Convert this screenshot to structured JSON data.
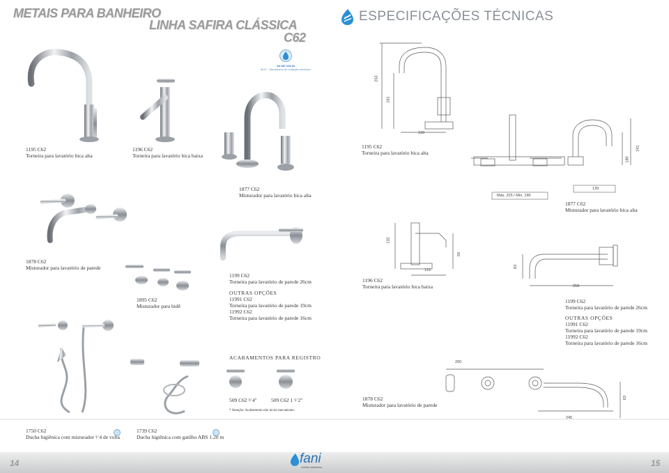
{
  "header": {
    "title_line1": "METAIS PARA BANHEIRO",
    "title_line2": "LINHA SAFIRA CLÁSSICA",
    "title_line3": "C62",
    "spec_title": "ESPECIFICAÇÕES  TÉCNICAS"
  },
  "mvc": {
    "line1": "1/4 DE VOLTA",
    "line2": "MVC - Mecanismo de vedação cerâmico"
  },
  "products": {
    "p1195_code": "1195 C62",
    "p1195_name": "Torneira para lavatório bica alta",
    "p1196_code": "1196 C62",
    "p1196_name": "Torneira para lavatório bica baixa",
    "spec1195_code": "1195 C62",
    "spec1195_name": "Torneira para lavatório bica alta",
    "p1877_code": "1877 C62",
    "p1877_name": "Misturador para lavatório bica alta",
    "spec1877_code": "1877 C62",
    "spec1877_name": "Misturador para lavatório bica alta",
    "p1878_code": "1878 C62",
    "p1878_name": "Misturador para lavatório de parede",
    "p1895_code": "1895 C62",
    "p1895_name": "Misturador para bidê",
    "p1199_code": "1199 C62",
    "p1199_name": "Torneira para lavatório de parede 26cm",
    "p1199_options_title": "OUTRAS OPÇÕES",
    "p11991_code": "11991 C62",
    "p11991_name": "Torneira para lavatório de parede 19cm",
    "p11992_code": "11992 C62",
    "p11992_name": "Torneira para lavatório de parede 16cm",
    "spec1196_code": "1196 C62",
    "spec1196_name": "Torneira para lavatório bica baixa",
    "spec1199_code": "1199 C62",
    "spec1199_name": "Torneira para lavatório de parede 26cm",
    "spec1199_options_title": "OUTRAS OPÇÕES",
    "spec11991_code": "11991 C62",
    "spec11991_name": "Torneira para lavatório de parede 19cm",
    "spec11992_code": "11992 C62",
    "spec11992_name": "Torneira para lavatório de parede 16cm",
    "acab_title": "ACABAMENTOS PARA REGISTRO",
    "acab1": "509 C62  ³⁄ 4\"",
    "acab2": "509 C62  1 ¹⁄ 2\"",
    "acab_note": "* Atenção: Acabamento não inclui mecanismo.",
    "spec1878_code": "1878 C62",
    "spec1878_name": "Misturador para lavatório de parede",
    "p1750_code": "1750 C62",
    "p1750_name": "Ducha higiênica com misturador ¹⁄ 4  de volta",
    "p1739_code": "1739 C62",
    "p1739_name": "Ducha higiênica com gatilho ABS 1.20 m"
  },
  "dimensions": {
    "d253": "253",
    "d161": "161",
    "d139a": "139",
    "d241": "241",
    "d180": "180",
    "d139b": "139",
    "dmaxmin": "Máx. 225 / Mín. 190",
    "d132": "132",
    "d119": "119",
    "d59": "59",
    "d83": "83",
    "d258": "258",
    "d200": "200",
    "d63": "63",
    "d245": "245"
  },
  "footer": {
    "page_left": "14",
    "page_right": "15",
    "brand": "fani",
    "brand_sub": "metais sanitários"
  },
  "colors": {
    "title_gray": "#9a9a9a",
    "spec_blue_icon": "#2a8fd6",
    "chrome": "#b8bcc2"
  }
}
